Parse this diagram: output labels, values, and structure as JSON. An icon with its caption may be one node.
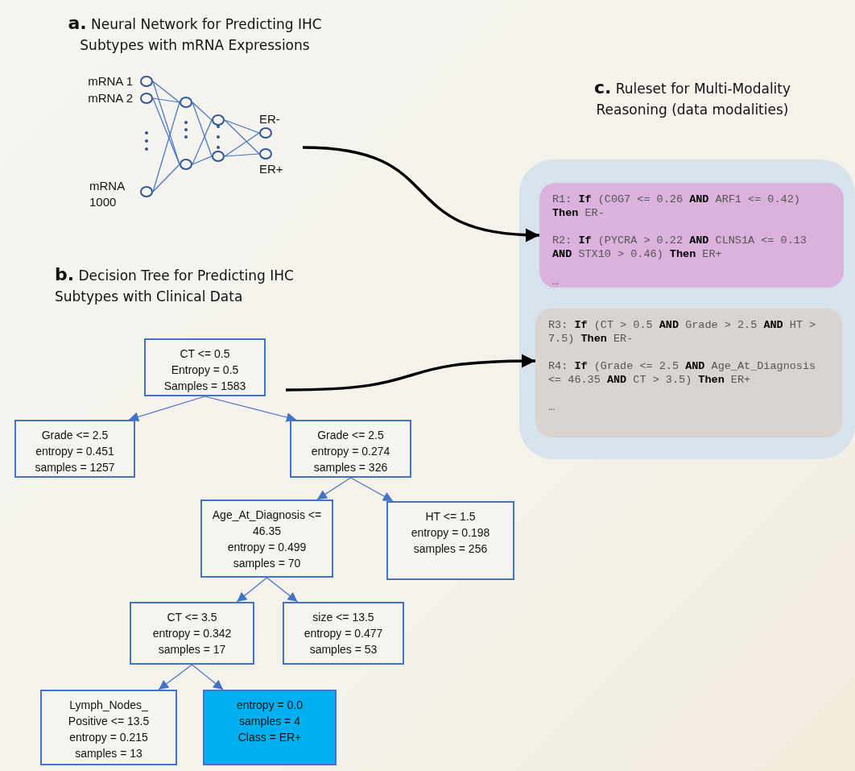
{
  "diagram": {
    "nodes": [
      {
        "text": [],
        "shape": "circle",
        "beside": [
          "mRNA 1"
        ]
      },
      {
        "text": [],
        "shape": "circle",
        "beside": [
          "mRNA 2"
        ]
      },
      {
        "text": [],
        "shape": "circle",
        "beside": [
          "mRNA 1000"
        ]
      },
      {
        "text": [],
        "shape": "circle"
      },
      {
        "text": [],
        "shape": "circle"
      },
      {
        "text": [],
        "shape": "circle"
      },
      {
        "text": [],
        "shape": "circle"
      },
      {
        "text": [],
        "shape": "circle",
        "beside": [
          "ER-"
        ]
      },
      {
        "text": [],
        "shape": "circle",
        "beside": [
          "ER+"
        ]
      },
      {
        "text": [
          "**c.** Ruleset for Multi-Modality Reasoning (data modalities)"
        ]
      },
      {
        "text": [
          "R1: **If** (C0G7 <= 0.26 **AND** ARF1 <= 0.42) **Then** ER-",
          "R2: **If** (PYCRA > 0.22 **AND** CLNS1A <= 0.13 **AND** STX10 > 0.46) **Then** ER+",
          "…"
        ],
        "in": 9
      },
      {
        "text": [
          "R3: **If** (CT > 0.5 **AND** Grade > 2.5 **AND** HT > 7.5) **Then** ER-",
          "R4: **If** (Grade <= 2.5 **AND** Age_At_Diagnosis <= 46.35 **AND** CT > 3.5) **Then** ER+",
          "…"
        ],
        "in": 9
      },
      {
        "text": [
          "CT <= 0.5",
          "Entropy = 0.5",
          "Samples = 1583"
        ]
      },
      {
        "text": [
          "Grade <= 2.5",
          "entropy = 0.451",
          "samples = 1257"
        ]
      },
      {
        "text": [
          "Grade <= 2.5",
          "entropy = 0.274",
          "samples = 326"
        ]
      },
      {
        "text": [
          "Age_At_Diagnosis <= 46.35",
          "entropy = 0.499",
          "samples = 70"
        ]
      },
      {
        "text": [
          "HT <= 1.5",
          "entropy = 0.198",
          "samples = 256"
        ]
      },
      {
        "text": [
          "CT <= 3.5",
          "entropy = 0.342",
          "samples = 17"
        ]
      },
      {
        "text": [
          "size <= 13.5",
          "entropy = 0.477",
          "samples = 53"
        ]
      },
      {
        "text": [
          "Lymph_Nodes_ Positive <= 13.5",
          "entropy = 0.215",
          "samples = 13"
        ]
      },
      {
        "text": [
          "entropy = 0.0",
          "samples = 4",
          "Class = ER+"
        ]
      }
    ],
    "edges": [
      {
        "from": 0,
        "to": 3,
        "arrow": "none"
      },
      {
        "from": 0,
        "to": 4,
        "arrow": "none"
      },
      {
        "from": 1,
        "to": 3,
        "arrow": "none"
      },
      {
        "from": 1,
        "to": 4,
        "arrow": "none"
      },
      {
        "from": 2,
        "to": 3,
        "arrow": "none"
      },
      {
        "from": 2,
        "to": 4,
        "arrow": "none"
      },
      {
        "from": 3,
        "to": 5,
        "arrow": "none"
      },
      {
        "from": 3,
        "to": 6,
        "arrow": "none"
      },
      {
        "from": 4,
        "to": 5,
        "arrow": "none"
      },
      {
        "from": 4,
        "to": 6,
        "arrow": "none"
      },
      {
        "from": 5,
        "to": 7,
        "arrow": "none"
      },
      {
        "from": 5,
        "to": 8,
        "arrow": "none"
      },
      {
        "from": 6,
        "to": 7,
        "arrow": "none"
      },
      {
        "from": 6,
        "to": 8,
        "arrow": "none"
      },
      {
        "from": null,
        "to": 10,
        "arrow": "to",
        "style": "thick",
        "color": "#000000"
      },
      {
        "from": null,
        "to": 11,
        "arrow": "to",
        "style": "thick",
        "color": "#000000"
      },
      {
        "from": 12,
        "to": 13,
        "arrow": "to"
      },
      {
        "from": 12,
        "to": 14,
        "arrow": "to"
      },
      {
        "from": 14,
        "to": 15,
        "arrow": "to"
      },
      {
        "from": 14,
        "to": 16,
        "arrow": "to"
      },
      {
        "from": 15,
        "to": 17,
        "arrow": "to"
      },
      {
        "from": 15,
        "to": 18,
        "arrow": "to"
      },
      {
        "from": 17,
        "to": 19,
        "arrow": "to"
      },
      {
        "from": 17,
        "to": 20,
        "arrow": "to"
      }
    ],
    "labels": [
      "**a.** Neural Network for Predicting IHC Subtypes with mRNA Expressions",
      "**b.** Decision Tree for Predicting IHC Subtypes with Clinical Data"
    ]
  }
}
